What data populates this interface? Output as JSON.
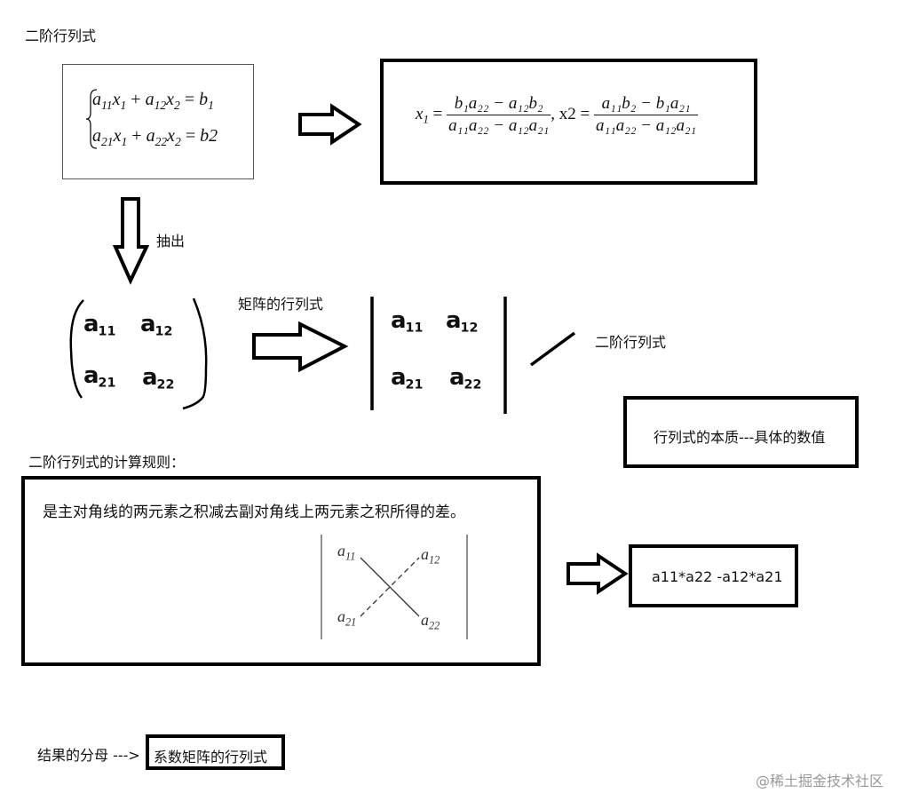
{
  "title": "二阶行列式",
  "system": {
    "eq1": {
      "a": "a",
      "a_sub": "11",
      "x1": "x",
      "x1_sub": "1",
      "plus": "+",
      "b": "a",
      "b_sub": "12",
      "x2": "x",
      "x2_sub": "2",
      "eq": "=",
      "r": "b",
      "r_sub": "1"
    },
    "eq2": {
      "a": "a",
      "a_sub": "21",
      "x1": "x",
      "x1_sub": "1",
      "plus": "+",
      "b": "a",
      "b_sub": "22",
      "x2": "x",
      "x2_sub": "2",
      "eq": "=",
      "r": "b2"
    }
  },
  "solution": {
    "x1_lhs": "x",
    "x1_lhs_sub": "1",
    "eq": "=",
    "sep": ", x2 =",
    "frac1_num": "b₁a₂₂ − a₁₂b₂",
    "frac1_den": "a₁₁a₂₂ − a₁₂a₂₁",
    "frac2_num": "a₁₁b₂ − b₁a₂₁",
    "frac2_den": "a₁₁a₂₂ − a₁₂a₂₁"
  },
  "extract_label": "抽出",
  "matrix_det_label": "矩阵的行列式",
  "matrix": {
    "a11": "a",
    "a11_sub": "11",
    "a12": "a",
    "a12_sub": "12",
    "a21": "a",
    "a21_sub": "21",
    "a22": "a",
    "a22_sub": "22"
  },
  "second_order_label": "二阶行列式",
  "essence_text": "行列式的本质---具体的数值",
  "rule_title": "二阶行列式的计算规则：",
  "rule_text": "是主对角线的两元素之积减去副对角线上两元素之积所得的差。",
  "cross": {
    "a11": "a",
    "a11_sub": "11",
    "a12": "a",
    "a12_sub": "12",
    "a21": "a",
    "a21_sub": "21",
    "a22": "a",
    "a22_sub": "22"
  },
  "formula_result": "a11*a22 -a12*a21",
  "conclusion_prefix": "结果的分母 ---",
  "conclusion_box": "系数矩阵的行列式",
  "watermark": "@稀土掘金技术社区"
}
